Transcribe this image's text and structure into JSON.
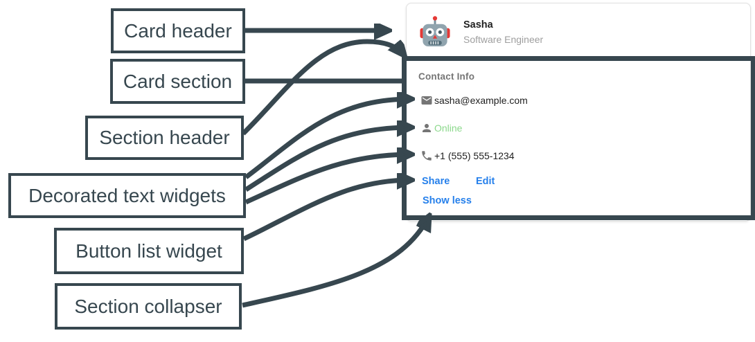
{
  "colors": {
    "slate": "#37474F",
    "link_blue": "#2680EB",
    "status_green": "#8BD88B",
    "text_dark": "#212121",
    "text_gray": "#757575",
    "text_light": "#9E9E9E",
    "card_border": "#E0E0E0"
  },
  "annotations": {
    "labels": [
      {
        "text": "Card header"
      },
      {
        "text": "Card section"
      },
      {
        "text": "Section header"
      },
      {
        "text": "Decorated text widgets"
      },
      {
        "text": "Button list widget"
      },
      {
        "text": "Section collapser"
      }
    ]
  },
  "card": {
    "header": {
      "name": "Sasha",
      "subtitle": "Software Engineer",
      "avatar_icon": "robot-avatar-icon"
    },
    "section": {
      "header": "Contact Info",
      "rows": [
        {
          "icon": "email-icon",
          "text": "sasha@example.com"
        },
        {
          "icon": "person-icon",
          "text": "Online"
        },
        {
          "icon": "phone-icon",
          "text": "+1 (555) 555-1234"
        }
      ],
      "buttons": [
        {
          "label": "Share"
        },
        {
          "label": "Edit"
        }
      ],
      "collapser_label": "Show less"
    }
  }
}
